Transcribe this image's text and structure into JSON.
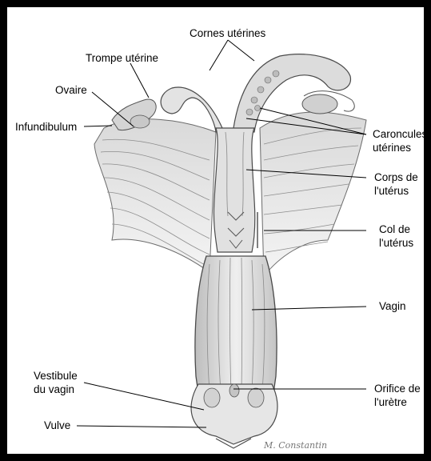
{
  "labels": {
    "cornes": "Cornes utérines",
    "trompe": "Trompe utérine",
    "ovaire": "Ovaire",
    "infundibulum": "Infundibulum",
    "caroncules": "Caroncules\nutérines",
    "corps": "Corps de\nl'utérus",
    "col": "Col de\nl'utérus",
    "vagin": "Vagin",
    "vestibule": "Vestibule\ndu vagin",
    "orifice": "Orifice de\nl'urètre",
    "vulve": "Vulve"
  },
  "signature": "M. Constantin",
  "colors": {
    "frame": "#000000",
    "ink": "#4a4a4a",
    "shade": "#9a9a9a",
    "tissue": "#e6e6e6"
  }
}
